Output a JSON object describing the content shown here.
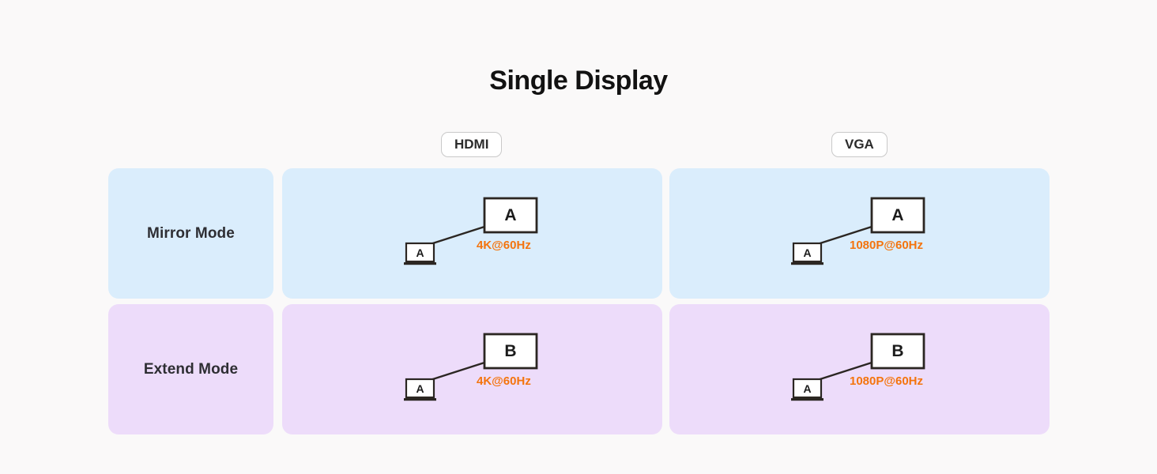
{
  "page": {
    "title": "Single Display",
    "background": "#faf9f9"
  },
  "colors": {
    "mirror_row": "#daedfc",
    "extend_row": "#eddcfa",
    "resolution_text": "#f4740d",
    "device_outline": "#2b2622",
    "pill_border": "#c9c9c9"
  },
  "columns": [
    {
      "id": "hdmi",
      "label": "HDMI"
    },
    {
      "id": "vga",
      "label": "VGA"
    }
  ],
  "rows": [
    {
      "id": "mirror",
      "label": "Mirror Mode"
    },
    {
      "id": "extend",
      "label": "Extend Mode"
    }
  ],
  "cells": {
    "mirror_hdmi": {
      "source_label": "A",
      "display_label": "A",
      "resolution": "4K@60Hz"
    },
    "mirror_vga": {
      "source_label": "A",
      "display_label": "A",
      "resolution": "1080P@60Hz"
    },
    "extend_hdmi": {
      "source_label": "A",
      "display_label": "B",
      "resolution": "4K@60Hz"
    },
    "extend_vga": {
      "source_label": "A",
      "display_label": "B",
      "resolution": "1080P@60Hz"
    }
  }
}
